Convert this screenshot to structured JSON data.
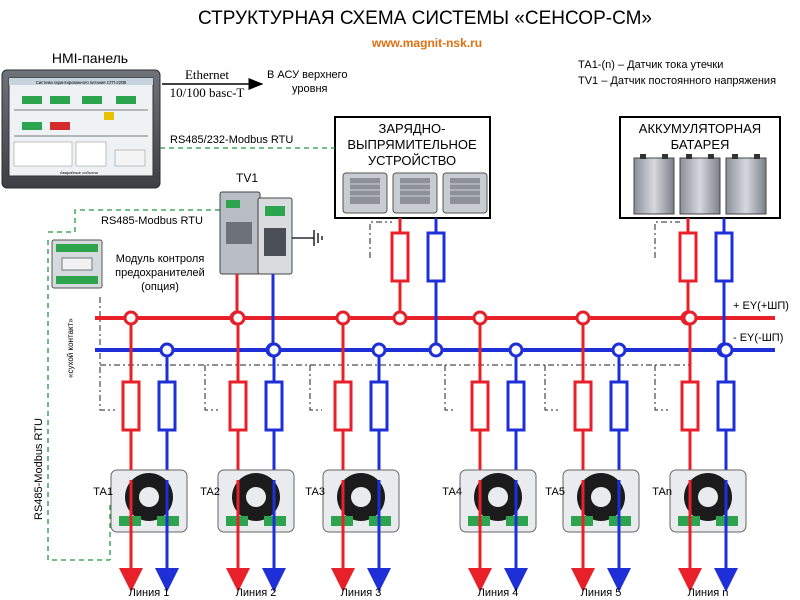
{
  "title": "СТРУКТУРНАЯ СХЕМА СИСТЕМЫ «СЕНСОР-СМ»",
  "website": "www.magnit-nsk.ru",
  "legend": {
    "ta": "ТА1-(n) – Датчик тока утечки",
    "tv": "TV1 – Датчик постоянного напряжения"
  },
  "hmi": {
    "label": "HMI-панель",
    "screen_title": "Система гарантированного питания СГП-220В",
    "screen_footer": "Аварийные события"
  },
  "ethernet": {
    "label": "Ethernet",
    "speed": "10/100 basc-T",
    "target_line1": "В АСУ верхнего",
    "target_line2": "уровня"
  },
  "links": {
    "rs485_232": "RS485/232-Modbus RTU",
    "rs485_a": "RS485-Modbus RTU",
    "rs485_vertical": "RS485-Modbus RTU",
    "dry_contact": "«сухой контакт»"
  },
  "tv1": {
    "label": "TV1"
  },
  "fuse_module": {
    "line1": "Модуль контроля",
    "line2": "предохранителей",
    "line3": "(опция)"
  },
  "charger": {
    "line1": "ЗАРЯДНО-",
    "line2": "ВЫПРЯМИТЕЛЬНОЕ",
    "line3": "УСТРОЙСТВО"
  },
  "battery": {
    "line1": "АККУМУЛЯТОРНАЯ",
    "line2": "БАТАРЕЯ"
  },
  "buses": {
    "positive": "+ EY(+ШП)",
    "negative": "- EY(-ШП)"
  },
  "sensors": [
    "ТА1",
    "ТА2",
    "ТА3",
    "ТА4",
    "ТА5",
    "ТАn"
  ],
  "lines": [
    "Линия 1",
    "Линия 2",
    "Линия 3",
    "Линия 4",
    "Линия 5",
    "Линия n"
  ],
  "colors": {
    "positive": "#e8202a",
    "negative": "#1f2fd8",
    "rs485": "#1e9a3c",
    "title": "#000000",
    "website": "#e07010"
  }
}
